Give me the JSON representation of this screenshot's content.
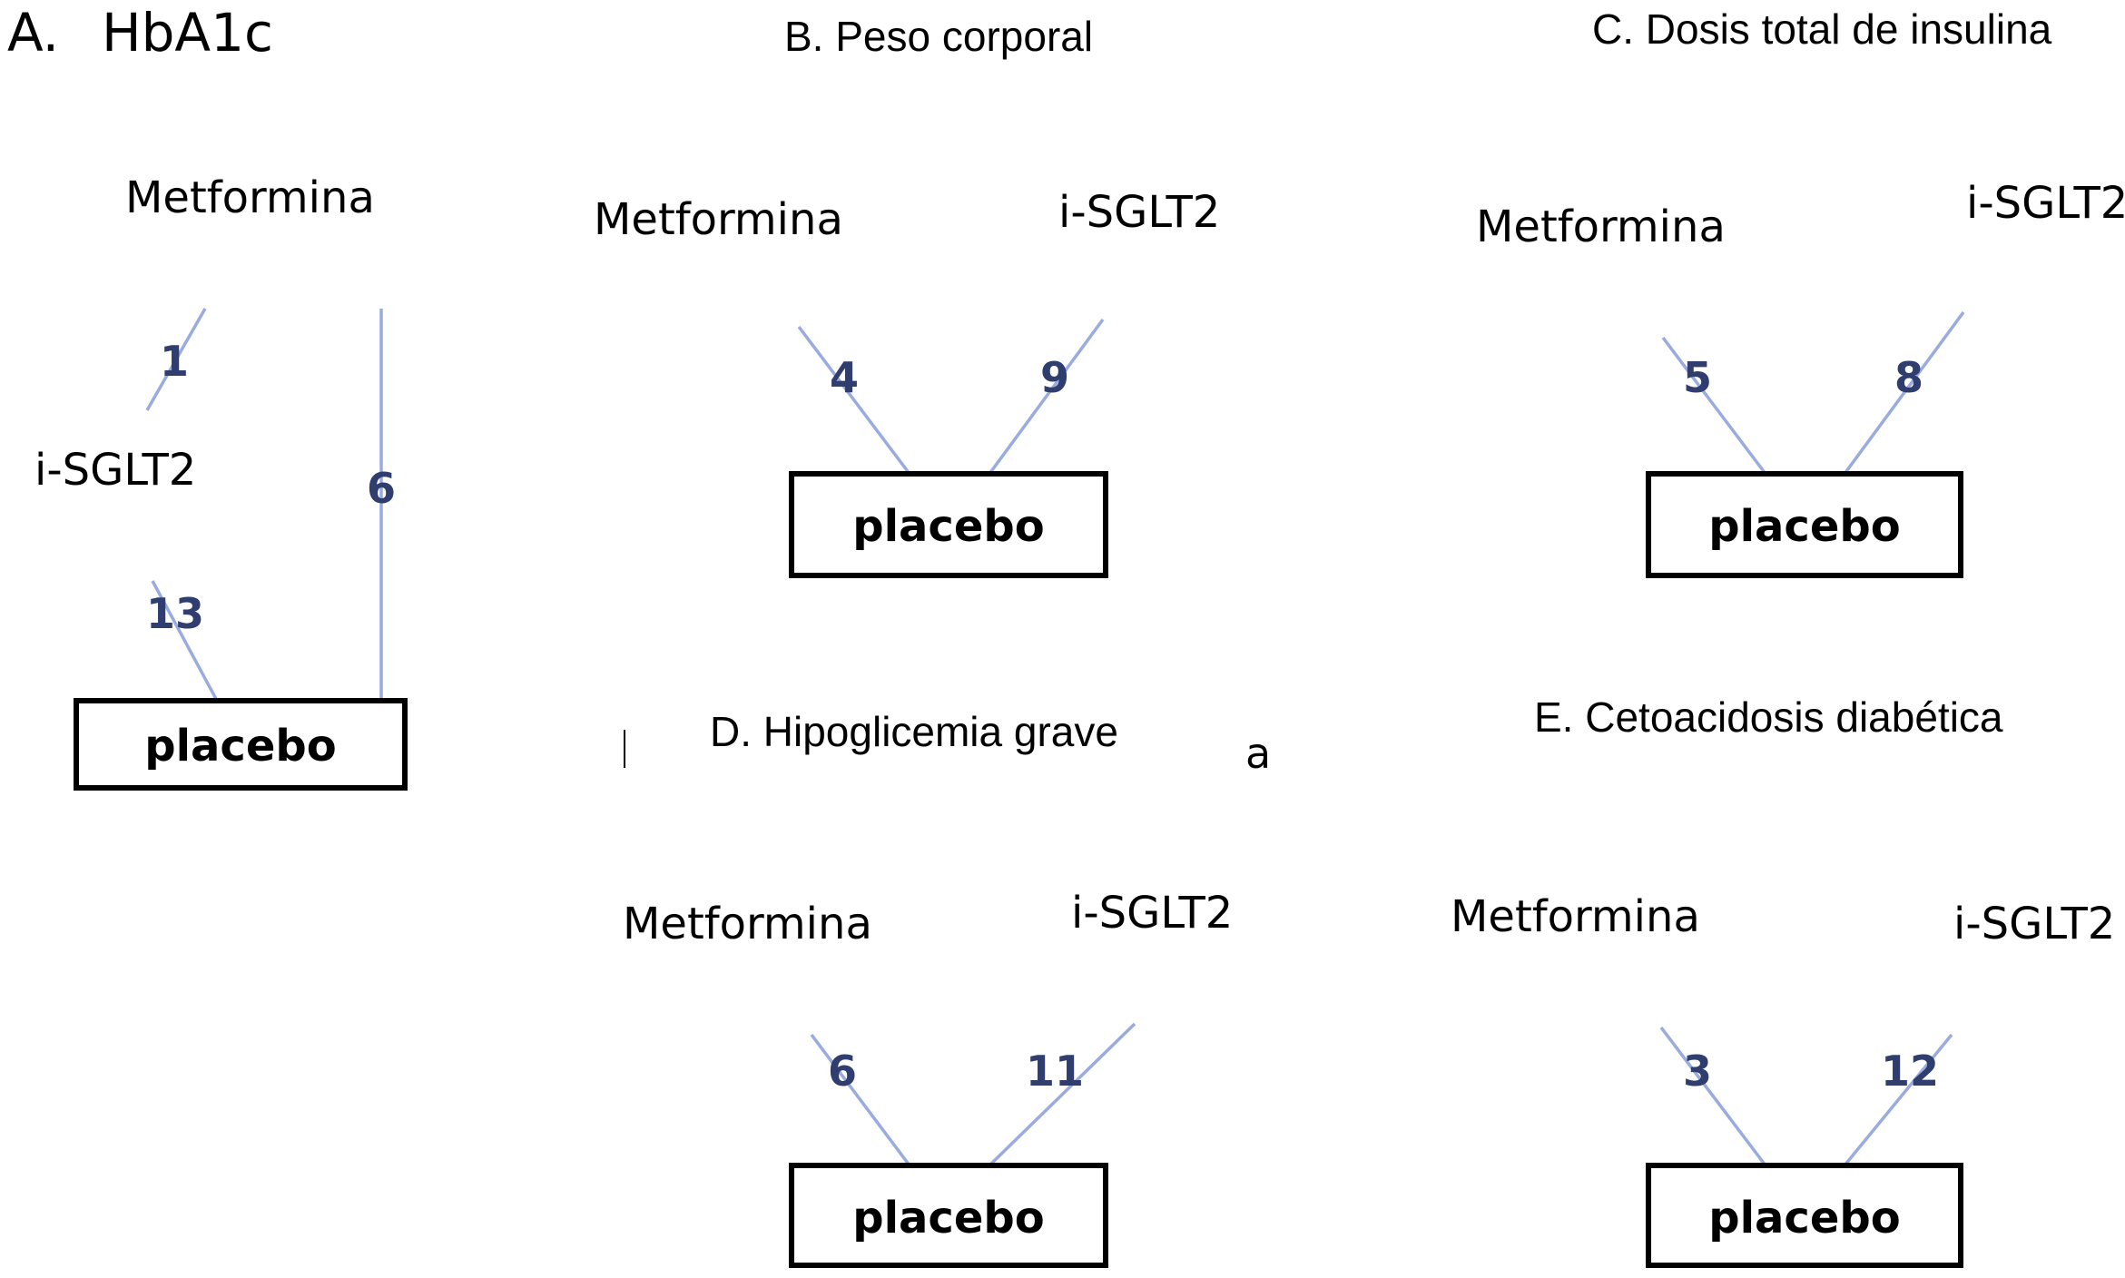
{
  "panels": {
    "a": {
      "letter": "A.",
      "title": "HbA1c",
      "nodes": {
        "top": "Metformina",
        "middle": "i-SGLT2",
        "bottom": "placebo"
      },
      "edges": [
        {
          "from": "Metformina",
          "to": "i-SGLT2",
          "trials": "1"
        },
        {
          "from": "Metformina",
          "to": "placebo",
          "trials": "6"
        },
        {
          "from": "i-SGLT2",
          "to": "placebo",
          "trials": "13"
        }
      ]
    },
    "b": {
      "title": "B. Peso corporal",
      "nodes": {
        "left": "Metformina",
        "right": "i-SGLT2",
        "bottom": "placebo"
      },
      "edges": [
        {
          "from": "Metformina",
          "to": "placebo",
          "trials": "4"
        },
        {
          "from": "i-SGLT2",
          "to": "placebo",
          "trials": "9"
        }
      ]
    },
    "c": {
      "title": "C. Dosis total de insulina",
      "nodes": {
        "left": "Metformina",
        "right": "i-SGLT2",
        "bottom": "placebo"
      },
      "edges": [
        {
          "from": "Metformina",
          "to": "placebo",
          "trials": "5"
        },
        {
          "from": "i-SGLT2",
          "to": "placebo",
          "trials": "8"
        }
      ]
    },
    "d": {
      "title": "D. Hipoglicemia grave",
      "artifact_right": "a",
      "nodes": {
        "left": "Metformina",
        "right": "i-SGLT2",
        "bottom": "placebo"
      },
      "edges": [
        {
          "from": "Metformina",
          "to": "placebo",
          "trials": "6"
        },
        {
          "from": "i-SGLT2",
          "to": "placebo",
          "trials": "11"
        }
      ]
    },
    "e": {
      "title": "E. Cetoacidosis diabética",
      "nodes": {
        "left": "Metformina",
        "right": "i-SGLT2",
        "bottom": "placebo"
      },
      "edges": [
        {
          "from": "Metformina",
          "to": "placebo",
          "trials": "3"
        },
        {
          "from": "i-SGLT2",
          "to": "placebo",
          "trials": "12"
        }
      ]
    }
  },
  "colors": {
    "edge": "#9aabdf",
    "edge_count": "#2f3e6e",
    "box_border": "#000000",
    "background": "#ffffff"
  }
}
